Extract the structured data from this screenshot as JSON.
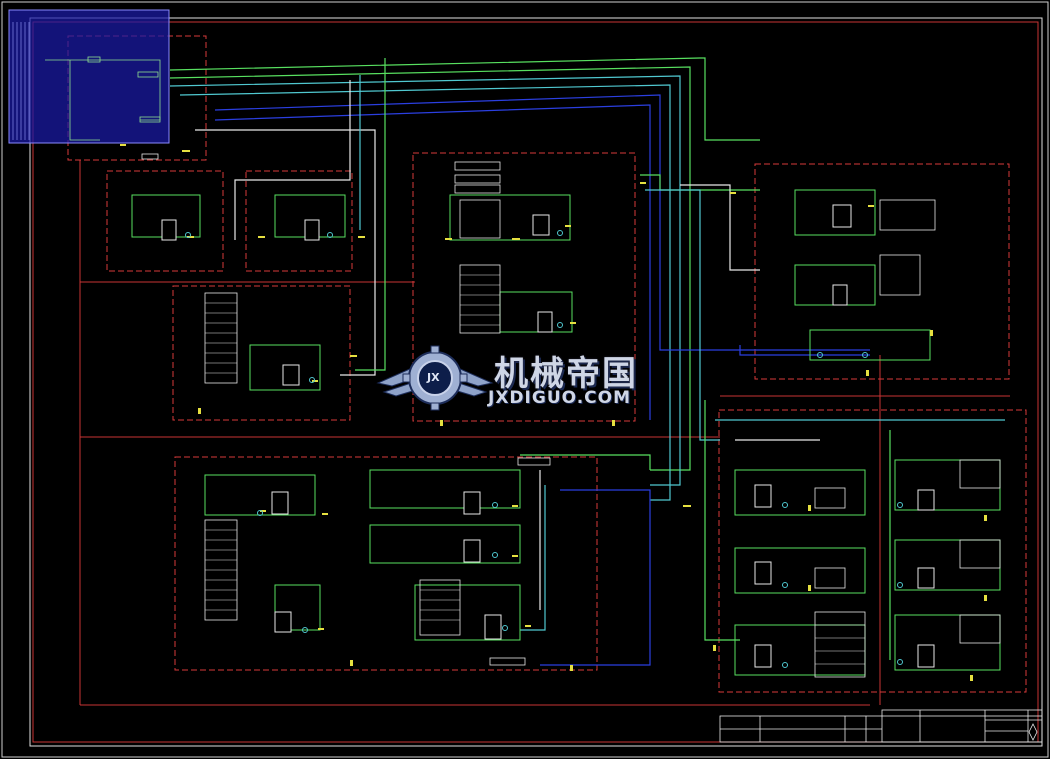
{
  "watermark": {
    "title": "机械帝国",
    "subtitle": "JXDIGUO.COM",
    "logo_letters": "JX"
  },
  "colors": {
    "background": "#000000",
    "border_red": "#d63a3a",
    "frame_white": "#dcdcdc",
    "pipe_green": "#58e060",
    "pipe_cyan": "#50c8d0",
    "pipe_blue": "#2b3fe0",
    "pipe_yellow": "#e6e040",
    "pipe_white": "#e8e8e8",
    "selection_fill": "#1a1aa8",
    "selection_stroke": "#8a8aff"
  },
  "icons": [
    "gear-logo-icon",
    "wing-left-icon",
    "wing-right-icon"
  ]
}
